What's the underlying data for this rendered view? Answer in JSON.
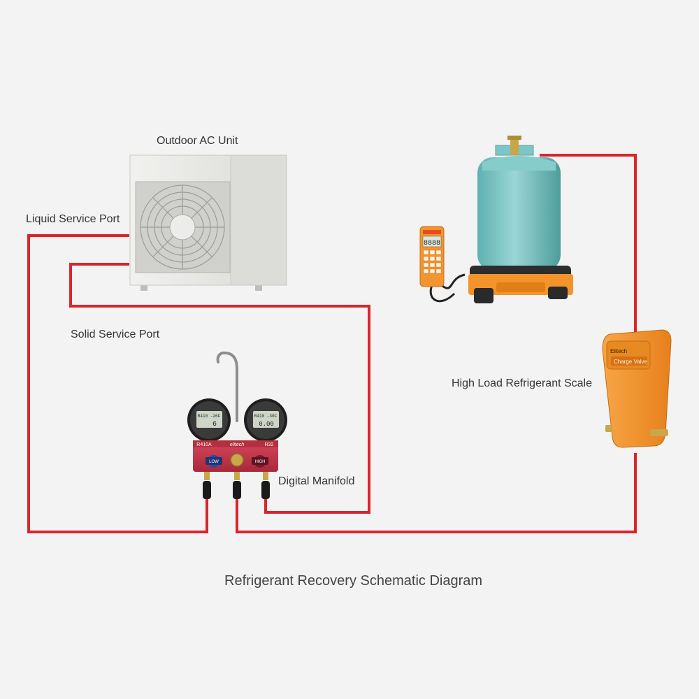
{
  "labels": {
    "outdoor_unit": "Outdoor AC Unit",
    "liquid_port": "Liquid Service Port",
    "solid_port": "Solid Service Port",
    "scale": "High Load Refrigerant Scale",
    "manifold": "Digital Manifold",
    "caption": "Refrigerant Recovery Schematic Diagram"
  },
  "devices": {
    "scale_display": "8888",
    "gauge_left": {
      "top": "R410 -26F",
      "value": "6"
    },
    "gauge_right": {
      "top": "R410 -30F",
      "value": "0.00"
    },
    "manifold_left_tag": "R410A",
    "manifold_brand": "elitech",
    "manifold_right_tag": "R32",
    "low_label": "LOW",
    "high_label": "HIGH",
    "valve_brand": "Elitech",
    "valve_label": "Charge Valve"
  },
  "colors": {
    "hose": "#d9262c",
    "background": "#f3f3f3",
    "tank": "#7cc6c6",
    "scale_orange": "#f3932a",
    "manifold_red": "#c8354a",
    "ac_unit": "#e8e8e6"
  }
}
